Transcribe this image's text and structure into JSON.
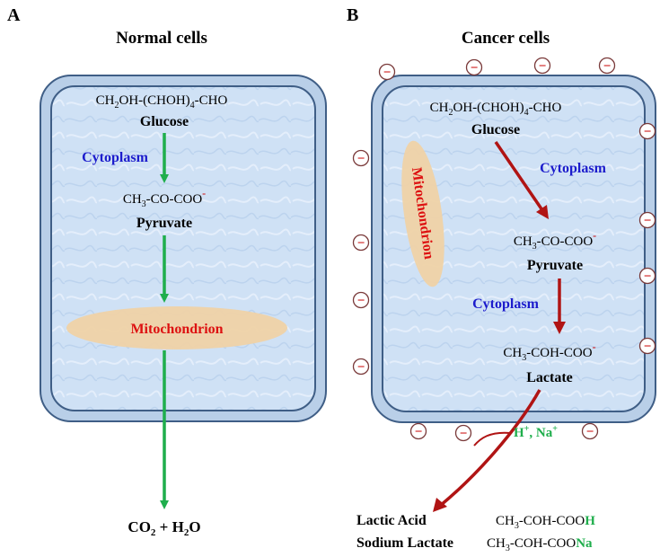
{
  "panel_a": {
    "letter": "A",
    "title": "Normal cells",
    "glucose": {
      "formula": [
        "CH",
        "2",
        "OH-(CHOH)",
        "4",
        "-CHO"
      ],
      "name": "Glucose"
    },
    "cytoplasm": "Cytoplasm",
    "pyruvate": {
      "formula": [
        "CH",
        "3",
        "-CO-COO",
        "-"
      ],
      "name": "Pyruvate"
    },
    "mitochondrion": "Mitochondrion",
    "product": [
      "CO",
      "2",
      " + H",
      "2",
      "O"
    ]
  },
  "panel_b": {
    "letter": "B",
    "title": "Cancer cells",
    "glucose": {
      "formula": [
        "CH",
        "2",
        "OH-(CHOH)",
        "4",
        "-CHO"
      ],
      "name": "Glucose"
    },
    "mitochondrion": "Mitochondrion",
    "cytoplasm_1": "Cytoplasm",
    "pyruvate": {
      "formula": [
        "CH",
        "3",
        "-CO-COO",
        "-"
      ],
      "name": "Pyruvate"
    },
    "cytoplasm_2": "Cytoplasm",
    "lactate": {
      "formula": [
        "CH",
        "3",
        "-COH-COO",
        "-"
      ],
      "name": "Lactate"
    },
    "ions": [
      "H",
      "+",
      ",  Na",
      "+"
    ],
    "lactic_acid": {
      "label": "Lactic Acid",
      "formula": [
        "CH",
        "3",
        "-COH-COO",
        "H"
      ]
    },
    "sodium_lactate": {
      "label": "Sodium Lactate",
      "formula": [
        "CH",
        "3",
        "-COH-COO",
        "Na"
      ]
    },
    "charge_symbol": "−"
  },
  "colors": {
    "cell_fill": "#cfe1f5",
    "cell_border": "#3f5e86",
    "mito_fill": "#efd2a6",
    "normal_arrow": "#1fae4c",
    "cancer_arrow": "#b01414",
    "cytoplasm_text": "#1c1ccc",
    "mito_text": "#dd1111",
    "ion_text": "#1fae4c"
  }
}
